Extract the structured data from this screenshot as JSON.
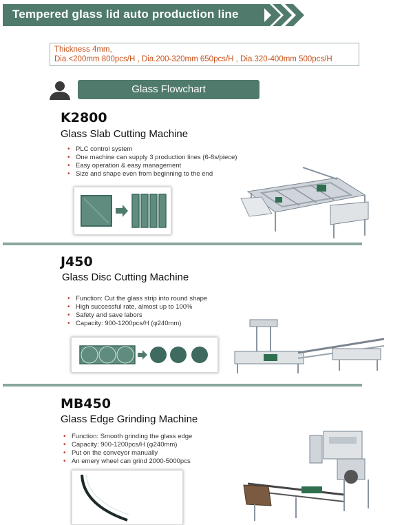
{
  "header": {
    "title": "Tempered glass lid auto production line"
  },
  "specs": {
    "line1": "Thickness 4mm,",
    "line2": "Dia.<200mm 800pcs/H , Dia.200-320mm 650pcs/H , Dia.320-400mm 500pcs/H"
  },
  "flowchart": {
    "label": "Glass Flowchart"
  },
  "sections": [
    {
      "code": "K2800",
      "name": "Glass Slab Cutting Machine",
      "bullets": [
        "PLC control system",
        "One machine can supply 3 production lines (6-8s/piece)",
        "Easy operation & easy management",
        "Size and shape even from beginning to the end"
      ]
    },
    {
      "code": "J450",
      "name": "Glass Disc Cutting Machine",
      "bullets": [
        "Function: Cut the glass strip into round shape",
        "High successful rate, almost up to 100%",
        "Safety and save labors",
        "Capacity: 900-1200pcs/H (φ240mm)"
      ]
    },
    {
      "code": "MB450",
      "name": "Glass Edge Grinding Machine",
      "bullets": [
        "Function: Smooth grinding the glass edge",
        "Capacity: 900-1200pcs/H (φ240mm)",
        "Put on the conveyor manually",
        "An emery wheel can grind 2000-5000pcs"
      ]
    }
  ],
  "colors": {
    "accent": "#4f7a6c",
    "spec_text": "#c8521a",
    "bullet": "#c0392b"
  }
}
